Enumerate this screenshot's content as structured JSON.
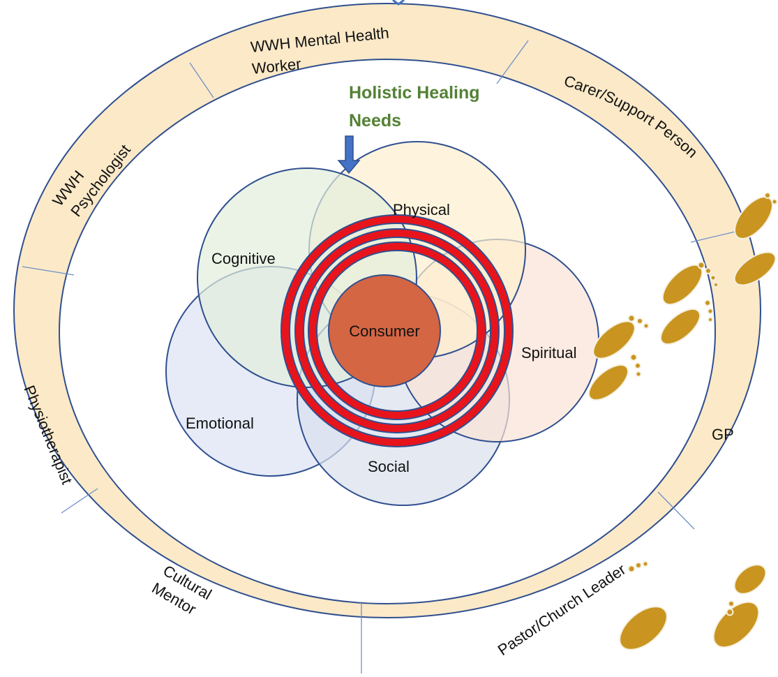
{
  "center": {
    "label": "Consumer"
  },
  "needs_title": {
    "line1": "Holistic Healing",
    "line2": "Needs"
  },
  "needs": {
    "cognitive": "Cognitive",
    "physical": "Physical",
    "spiritual": "Spiritual",
    "social": "Social",
    "emotional": "Emotional"
  },
  "ring_roles": {
    "mental_health_worker": {
      "line1": "WWH Mental Health",
      "line2": "Worker"
    },
    "carer": "Carer/Support Person",
    "gp": "GP",
    "pastor": "Pastor/Church Leader",
    "cultural_mentor": {
      "line1": "Cultural",
      "line2": "Mentor"
    },
    "physiotherapist": "Physiotherapist",
    "psychologist": {
      "line1": "WWH",
      "line2": "Psychologist"
    }
  },
  "colors": {
    "ring_fill": "#fbe9c8",
    "ring_stroke": "#2f4f8f",
    "consumer_fill": "#d46644",
    "target_red": "#e8141c",
    "needs_title": "#538135",
    "arrow": "#4472c4",
    "footprint": "#c99520"
  },
  "icons": [
    "down-arrow-icon",
    "footprint-icon"
  ]
}
